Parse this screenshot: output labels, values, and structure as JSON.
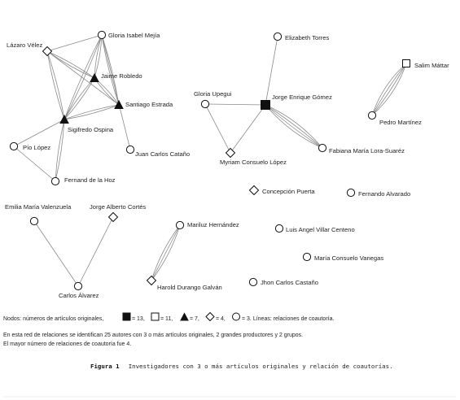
{
  "diagram": {
    "nodes": [
      {
        "id": "lazaro",
        "label": "Lázaro Vélez",
        "shape": "diamond"
      },
      {
        "id": "gloria_im",
        "label": "Gloria Isabel Mejía",
        "shape": "circle"
      },
      {
        "id": "jaime",
        "label": "Jaime Robledo",
        "shape": "triangle"
      },
      {
        "id": "santiago",
        "label": "Santiago Estrada",
        "shape": "triangle"
      },
      {
        "id": "sigifredo",
        "label": "Sigifredo Ospina",
        "shape": "triangle"
      },
      {
        "id": "pio",
        "label": "Pío López",
        "shape": "circle"
      },
      {
        "id": "juancarlos",
        "label": "Juan Carlos Cataño",
        "shape": "circle"
      },
      {
        "id": "fernand",
        "label": "Fernand de la Hoz",
        "shape": "circle"
      },
      {
        "id": "elizabeth",
        "label": "Elizabeth Torres",
        "shape": "circle"
      },
      {
        "id": "gloria_u",
        "label": "Gloria Upegui",
        "shape": "circle"
      },
      {
        "id": "jorge_eg",
        "label": "Jorge Enrique Gómez",
        "shape": "square-filled"
      },
      {
        "id": "myriam",
        "label": "Myriam Consuelo López",
        "shape": "diamond"
      },
      {
        "id": "fabiana",
        "label": "Fabiana María Lora-Suaréz",
        "shape": "circle"
      },
      {
        "id": "salim",
        "label": "Salim Máttar",
        "shape": "square"
      },
      {
        "id": "pedro",
        "label": "Pedro Martínez",
        "shape": "circle"
      },
      {
        "id": "concepcion",
        "label": "Concepción Puerta",
        "shape": "diamond"
      },
      {
        "id": "fernando_a",
        "label": "Fernando Alvarado",
        "shape": "circle"
      },
      {
        "id": "emilia",
        "label": "Emilia María Valenzuela",
        "shape": "circle"
      },
      {
        "id": "jorge_ac",
        "label": "Jorge Alberto Cortés",
        "shape": "diamond"
      },
      {
        "id": "carlos",
        "label": "Carlos Álvarez",
        "shape": "circle"
      },
      {
        "id": "mariluz",
        "label": "Mariluz Hernández",
        "shape": "circle"
      },
      {
        "id": "harold",
        "label": "Harold Durango Galván",
        "shape": "diamond"
      },
      {
        "id": "luis",
        "label": "Luis Angel Villar Centeno",
        "shape": "circle"
      },
      {
        "id": "maria_cv",
        "label": "María Consuelo Vanegas",
        "shape": "circle"
      },
      {
        "id": "jhon",
        "label": "Jhon Carlos Castaño",
        "shape": "circle"
      }
    ],
    "edges": [
      {
        "a": "lazaro",
        "b": "gloria_im",
        "strands": 1
      },
      {
        "a": "lazaro",
        "b": "jaime",
        "strands": 2
      },
      {
        "a": "lazaro",
        "b": "santiago",
        "strands": 1
      },
      {
        "a": "lazaro",
        "b": "sigifredo",
        "strands": 2
      },
      {
        "a": "gloria_im",
        "b": "jaime",
        "strands": 2
      },
      {
        "a": "gloria_im",
        "b": "santiago",
        "strands": 2
      },
      {
        "a": "gloria_im",
        "b": "sigifredo",
        "strands": 2
      },
      {
        "a": "gloria_im",
        "b": "juancarlos",
        "strands": 1
      },
      {
        "a": "jaime",
        "b": "sigifredo",
        "strands": 2
      },
      {
        "a": "jaime",
        "b": "santiago",
        "strands": 2
      },
      {
        "a": "santiago",
        "b": "sigifredo",
        "strands": 2
      },
      {
        "a": "sigifredo",
        "b": "pio",
        "strands": 1
      },
      {
        "a": "sigifredo",
        "b": "fernand",
        "strands": 2
      },
      {
        "a": "pio",
        "b": "fernand",
        "strands": 1
      },
      {
        "a": "elizabeth",
        "b": "jorge_eg",
        "strands": 1
      },
      {
        "a": "gloria_u",
        "b": "jorge_eg",
        "strands": 1
      },
      {
        "a": "gloria_u",
        "b": "myriam",
        "strands": 1
      },
      {
        "a": "jorge_eg",
        "b": "myriam",
        "strands": 1
      },
      {
        "a": "jorge_eg",
        "b": "fabiana",
        "strands": 4
      },
      {
        "a": "salim",
        "b": "pedro",
        "strands": 4
      },
      {
        "a": "emilia",
        "b": "carlos",
        "strands": 1
      },
      {
        "a": "jorge_ac",
        "b": "carlos",
        "strands": 1
      },
      {
        "a": "mariluz",
        "b": "harold",
        "strands": 3
      }
    ]
  },
  "legend": {
    "intro": "Nodos: números de artículos originales,",
    "square_filled": "= 13,",
    "square_open": "= 11,",
    "triangle": "= 7,",
    "diamond": "= 4,",
    "circle": "= 3. Líneas: relaciones de coautoría."
  },
  "notes": [
    "En esta red de relaciones se identifican 25 autores con 3 o más artículos originales, 2 grandes productores y 2 grupos.",
    "El mayor número de relaciones de coautoría fue 4."
  ],
  "caption": {
    "label": "Figura 1",
    "text": "Investigadores con 3 o más artículos originales y relación de coautorías."
  }
}
